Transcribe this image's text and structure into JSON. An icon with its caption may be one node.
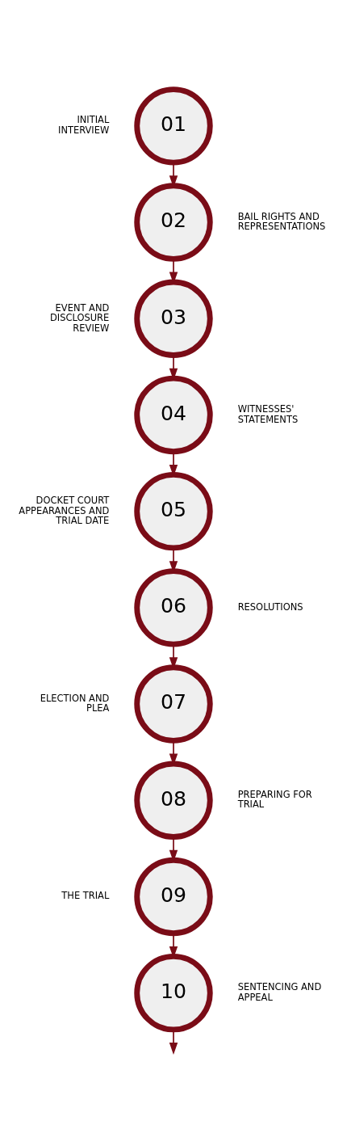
{
  "diagram": {
    "nodes": [
      {
        "text": [
          "01"
        ],
        "beside": [
          "INITIAL INTERVIEW"
        ]
      },
      {
        "text": [
          "02"
        ],
        "beside": [
          "BAIL RIGHTS AND REPRESENTATIONS"
        ]
      },
      {
        "text": [
          "03"
        ],
        "beside": [
          "EVENT AND DISCLOSURE REVIEW"
        ]
      },
      {
        "text": [
          "04"
        ],
        "beside": [
          "WITNESSES' STATEMENTS"
        ]
      },
      {
        "text": [
          "05"
        ],
        "beside": [
          "DOCKET COURT APPEARANCES AND TRIAL DATE"
        ]
      },
      {
        "text": [
          "06"
        ],
        "beside": [
          "RESOLUTIONS"
        ]
      },
      {
        "text": [
          "07"
        ],
        "beside": [
          "ELECTION AND PLEA"
        ]
      },
      {
        "text": [
          "08"
        ],
        "beside": [
          "PREPARING FOR TRIAL"
        ]
      },
      {
        "text": [
          "09"
        ],
        "beside": [
          "THE TRIAL"
        ]
      },
      {
        "text": [
          "10"
        ],
        "beside": [
          "SENTENCING AND APPEAL"
        ]
      }
    ],
    "edges": [
      {
        "from": 0,
        "to": 1,
        "arrow": "to"
      },
      {
        "from": 1,
        "to": 2,
        "arrow": "to"
      },
      {
        "from": 2,
        "to": 3,
        "arrow": "to"
      },
      {
        "from": 3,
        "to": 4,
        "arrow": "to"
      },
      {
        "from": 4,
        "to": 5,
        "arrow": "to"
      },
      {
        "from": 5,
        "to": 6,
        "arrow": "to"
      },
      {
        "from": 6,
        "to": 7,
        "arrow": "to"
      },
      {
        "from": 7,
        "to": 8,
        "arrow": "to"
      },
      {
        "from": 8,
        "to": 9,
        "arrow": "to"
      },
      {
        "from": 9,
        "to": null,
        "arrow": "to"
      }
    ]
  }
}
